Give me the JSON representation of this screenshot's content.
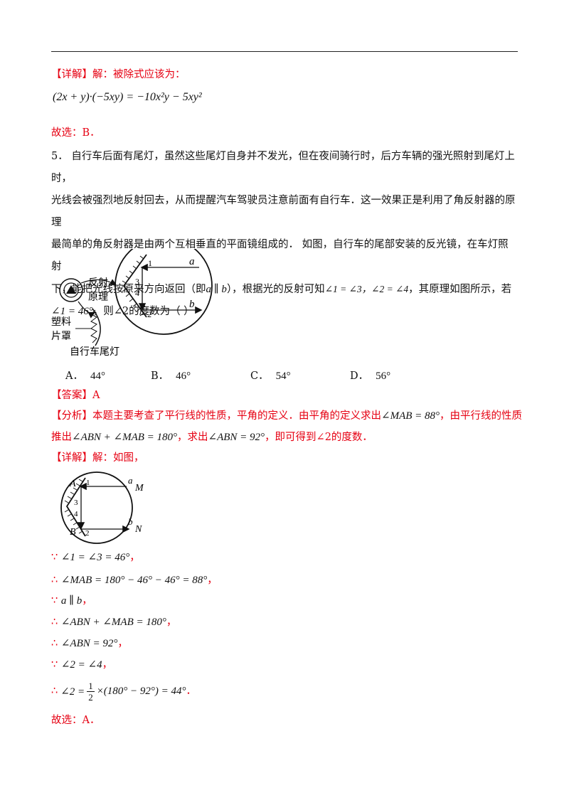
{
  "q4": {
    "detail_label": "【详解】",
    "detail_text": "解：被除式应该为：",
    "equation": "(2x + y)·(−5xy) = −10x²y − 5xy²",
    "choose_label": "故选：B．"
  },
  "q5": {
    "stem_line1": "5．  自行车后面有尾灯，虽然这些尾灯自身并不发光，但在夜间骑行时，后方车辆的强光照射到尾灯上时，",
    "stem_line2": "光线会被强烈地反射回去，从而提醒汽车驾驶员注意前面有自行车．这一效果正是利用了角反射器的原理",
    "stem_line3": "最简单的角反射器是由两个互相垂直的平面镜组成的．  如图，自行车的尾部安装的反光镜，在车灯照射",
    "stem_line4a": "下，能把光线按原来方向返回（即",
    "stem_line4b": "a ∥ b",
    "stem_line4c": "），根据光的反射可知",
    "stem_line4d": "∠1 = ∠3，∠2 = ∠4",
    "stem_line4e": "，其原理如图所示，若",
    "stem_line5a": "∠1 = 46°",
    "stem_line5b": "，则∠2的度数为（      ）",
    "figure1": {
      "label_reflect": "反射",
      "label_principle": "原理",
      "label_plastic": "塑料",
      "label_cover": "片罩",
      "caption": "自行车尾灯",
      "a": "a",
      "b": "b",
      "n1": "1",
      "n2": "2",
      "n3": "3",
      "n4": "4"
    },
    "options": [
      {
        "letter": "A．",
        "value": "44°"
      },
      {
        "letter": "B．",
        "value": "46°"
      },
      {
        "letter": "C．",
        "value": "54°"
      },
      {
        "letter": "D．",
        "value": "56°"
      }
    ],
    "answer_label": "【答案】",
    "answer_value": "A",
    "analysis_label": "【分析】",
    "analysis_line1a": "本题主要考查了平行线的性质，平角的定义．由平角的定义求出",
    "analysis_line1b": "∠MAB = 88°",
    "analysis_line1c": "，由平行线的性质",
    "analysis_line2a": "推出",
    "analysis_line2b": "∠ABN + ∠MAB = 180°",
    "analysis_line2c": "，求出",
    "analysis_line2d": "∠ABN = 92°",
    "analysis_line2e": "，即可得到∠2的度数．",
    "detail_label": "【详解】",
    "detail_text": "解：如图，",
    "figure2": {
      "A": "A",
      "B": "B",
      "M": "M",
      "N": "N",
      "a": "a",
      "b": "b",
      "n1": "1",
      "n2": "2",
      "n3": "3",
      "n4": "4"
    },
    "steps": [
      {
        "sym": "∵",
        "expr": "∠1 = ∠3 = 46°",
        "tail": "，"
      },
      {
        "sym": "∴",
        "expr": "∠MAB = 180° − 46° − 46° = 88°",
        "tail": "，"
      },
      {
        "sym": "∵",
        "expr": "a ∥ b",
        "tail": "，"
      },
      {
        "sym": "∴",
        "expr": "∠ABN + ∠MAB = 180°",
        "tail": "，"
      },
      {
        "sym": "∴",
        "expr": "∠ABN = 92°",
        "tail": "，"
      },
      {
        "sym": "∵",
        "expr": "∠2 = ∠4",
        "tail": "，"
      }
    ],
    "final_step": {
      "sym": "∴",
      "lhs": "∠2 =",
      "frac_num": "1",
      "frac_den": "2",
      "rhs": "×(180° − 92°) = 44°",
      "tail": "．"
    },
    "choose_label": "故选：A．"
  },
  "colors": {
    "accent_red": "#e60012",
    "text": "#111111"
  }
}
